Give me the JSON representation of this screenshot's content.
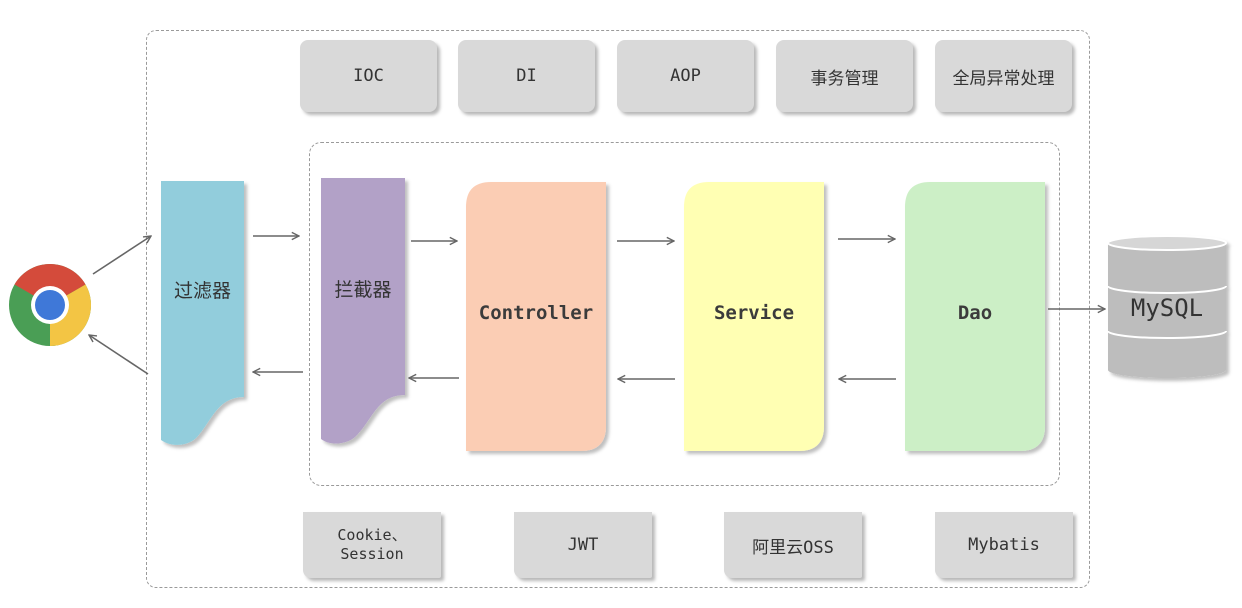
{
  "features": [
    {
      "label": "IOC"
    },
    {
      "label": "DI"
    },
    {
      "label": "AOP"
    },
    {
      "label": "事务管理"
    },
    {
      "label": "全局异常处理"
    }
  ],
  "components": {
    "filter": "过滤器",
    "interceptor": "拦截器",
    "controller": "Controller",
    "service": "Service",
    "dao": "Dao"
  },
  "database": "MySQL",
  "bottom_tools": [
    {
      "line1": "Cookie、",
      "line2": "Session"
    },
    {
      "line1": "JWT"
    },
    {
      "line1": "阿里云OSS"
    },
    {
      "line1": "Mybatis"
    }
  ],
  "colors": {
    "filter": "#92cddc",
    "interceptor": "#b2a1c7",
    "controller": "#fbcdb4",
    "service": "#ffffb3",
    "dao": "#ccefc6",
    "arrow": "#666666",
    "box": "#d9d9d9"
  }
}
